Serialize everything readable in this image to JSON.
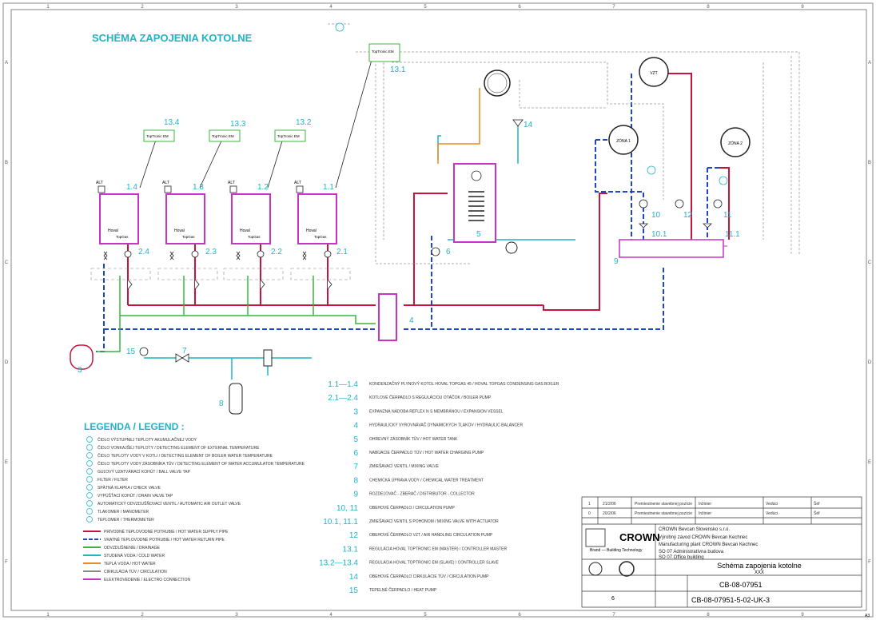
{
  "title": "SCHÉMA ZAPOJENIA KOTOLNE",
  "grid": {
    "cols": [
      "1",
      "2",
      "3",
      "4",
      "5",
      "6",
      "7",
      "8",
      "9"
    ],
    "rows": [
      "A",
      "B",
      "C",
      "D",
      "E",
      "F"
    ]
  },
  "colors": {
    "hot": "#c8143c",
    "cold": "#1e46c8",
    "green": "#3cb43c",
    "cyan": "#1eb4c8",
    "orange": "#e68c1e",
    "magenta": "#c832c8",
    "grey": "#888888"
  },
  "boilers": [
    {
      "num": "1.4",
      "brand": "Hoval",
      "model": "TopGas",
      "alt": "ALT"
    },
    {
      "num": "1.3",
      "brand": "Hoval",
      "model": "TopGas",
      "alt": "ALT"
    },
    {
      "num": "1.2",
      "brand": "Hoval",
      "model": "TopGas",
      "alt": "ALT"
    },
    {
      "num": "1.1",
      "brand": "Hoval",
      "model": "TopGas",
      "alt": "ALT"
    }
  ],
  "controllers": [
    {
      "num": "13.4",
      "label": "TopTronic EM"
    },
    {
      "num": "13.3",
      "label": "TopTronic EM"
    },
    {
      "num": "13.2",
      "label": "TopTronic EM"
    },
    {
      "num": "13.1",
      "label": "TopTronic EM"
    }
  ],
  "pump_labels": [
    "2.4",
    "2.3",
    "2.2",
    "2.1"
  ],
  "callouts": {
    "n3": "3",
    "n4": "4",
    "n5": "5",
    "n6": "6",
    "n7": "7",
    "n8": "8",
    "n9": "9",
    "n10": "10",
    "n10_1": "10.1",
    "n11": "11",
    "n11_1": "11.1",
    "n12": "12",
    "n14": "14",
    "n15": "15"
  },
  "legend_title": "LEGENDA / LEGEND :",
  "legend_lines": [
    {
      "color": "#c8143c",
      "text": "PRÍVODNÉ TEPLOVODNÉ POTRUBIE / HOT WATER SUPPLY PIPE"
    },
    {
      "color": "#1e46c8",
      "text": "VRATNÉ TEPLOVODNÉ POTRUBIE / HOT WATER RETURN PIPE"
    },
    {
      "color": "#3cb43c",
      "text": "ODVZDUŠNENIE / DRAINAGE"
    },
    {
      "color": "#1eb4c8",
      "text": "STUDENÁ VODA / COLD WATER"
    },
    {
      "color": "#e68c1e",
      "text": "TEPLÁ VODA / HOT WATER"
    },
    {
      "color": "#888888",
      "text": "CIRKULÁCIA TÚV / CIRCULATION"
    },
    {
      "color": "#c832c8",
      "text": "ELEKTROVEDENIE / ELECTRO CONNECTION"
    }
  ],
  "legend_items": [
    "ČIDLO VÝSTUPNEJ TEPLOTY AKUMULAČNEJ VODY",
    "ČIDLO VONKAJŠEJ TEPLOTY / DETECTING ELEMENT OF EXTERNAL TEMPERATURE",
    "ČIDLO TEPLOTY VODY V KOTLI / DETECTING ELEMENT OF BOILER WATER TEMPERATURE",
    "ČIDLO TEPLOTY VODY ZÁSOBNÍKA TÚV / DETECTING ELEMENT OF WATER ACCUMULATOR TEMPERATURE",
    "GUĽOVÝ UZATVÁRACÍ KOHÚT / BALL VALVE TAP",
    "FILTER / FILTER",
    "SPÄTNÁ KLAPKA / CHECK VALVE",
    "VYPÚŠŤACÍ KOHÚT / DRAIN VALVE TAP",
    "AUTOMATICKÝ ODVZDUŠŇOVACÍ VENTIL / AUTOMATIC AIR OUTLET VALVE",
    "TLAKOMER / MANOMETER",
    "TEPLOMER / THERMOMETER"
  ],
  "spec_rows": [
    {
      "num": "1.1—1.4",
      "text": "KONDENZAČNÝ PLYNOVÝ KOTOL HOVAL TOPGAS 45 / HOVAL TOPGAS CONDENSING GAS BOILER"
    },
    {
      "num": "2.1—2.4",
      "text": "KOTLOVÉ ČERPADLO S REGULÁCIOU OTÁČOK / BOILER PUMP"
    },
    {
      "num": "3",
      "text": "EXPANZNÁ NÁDOBA REFLEX N S MEMBRÁNOU / EXPANSION VESSEL"
    },
    {
      "num": "4",
      "text": "HYDRAULICKÝ VYROVNÁVAČ DYNAMICKÝCH TLAKOV / HYDRAULIC BALANCER"
    },
    {
      "num": "5",
      "text": "OHREVNÝ ZÁSOBNÍK TÚV / HOT WATER TANK"
    },
    {
      "num": "6",
      "text": "NABÍJACIE ČERPADLO TÚV / HOT WATER CHARGING PUMP"
    },
    {
      "num": "7",
      "text": "ZMIEŠAVACÍ VENTIL / MIXING VALVE"
    },
    {
      "num": "8",
      "text": "CHEMICKÁ ÚPRAVA VODY / CHEMICAL WATER TREATMENT"
    },
    {
      "num": "9",
      "text": "ROZDEĽOVAČ - ZBERAČ / DISTRIBUTOR - COLLECTOR"
    },
    {
      "num": "10,  11",
      "text": "OBEHOVÉ ČERPADLO / CIRCULATION PUMP"
    },
    {
      "num": "10.1,  11.1",
      "text": "ZMIEŠAVACÍ VENTIL S POHONOM / MIXING VALVE WITH ACTUATOR"
    },
    {
      "num": "12",
      "text": "OBEHOVÉ ČERPADLO VZT / AIR HANDLING CIRCULATION PUMP"
    },
    {
      "num": "13.1",
      "text": "REGULÁCIA HOVAL TOPTRONIC EM (MASTER) / CONTROLLER MASTER"
    },
    {
      "num": "13.2—13.4",
      "text": "REGULÁCIA HOVAL TOPTRONIC EM (SLAVE) / CONTROLLER SLAVE"
    },
    {
      "num": "14",
      "text": "OBEHOVÉ ČERPADLO CIRKULÁCIE TÚV / CIRCULATION PUMP"
    },
    {
      "num": "15",
      "text": "TEPELNÉ ČERPADLO / HEAT PUMP"
    }
  ],
  "title_block": {
    "rev_rows": [
      {
        "rev": "1",
        "date": "21/2/06",
        "desc": "Premiestnenie stavebnej pozície",
        "by": "Inžinier",
        "chk": "Vedúci",
        "app": "Šéf"
      },
      {
        "rev": "0",
        "date": "20/2/06",
        "desc": "Premiestnenie stavebnej pozície",
        "by": "Inžinier",
        "chk": "Vedúci",
        "app": "Šéf"
      }
    ],
    "company": "CROWN",
    "company_sub": "Brand — Building Technology",
    "client": "CROWN Bevcan Slovensko s.r.o.",
    "project_sk": "Výrobný závod CROWN Bevcan Kechnec",
    "project_en": "Manufacturing plant CROWN Bevcan Kechnec",
    "building": "SO 07 Administratívna budova",
    "building_en": "SO 07 Office building",
    "drawing_title": "Schéma zapojenia kotolne",
    "drawing_sub": "XXX",
    "short_no": "CB-08-07951",
    "full_no": "CB-08-07951-5-02-UK-3",
    "sheet": "6",
    "format": "A3"
  },
  "room_labels": [
    {
      "id": "r1",
      "text": "ZÓNA 1"
    },
    {
      "id": "r2",
      "text": "ZÓNA 2"
    },
    {
      "id": "r3",
      "text": "VZT"
    }
  ]
}
